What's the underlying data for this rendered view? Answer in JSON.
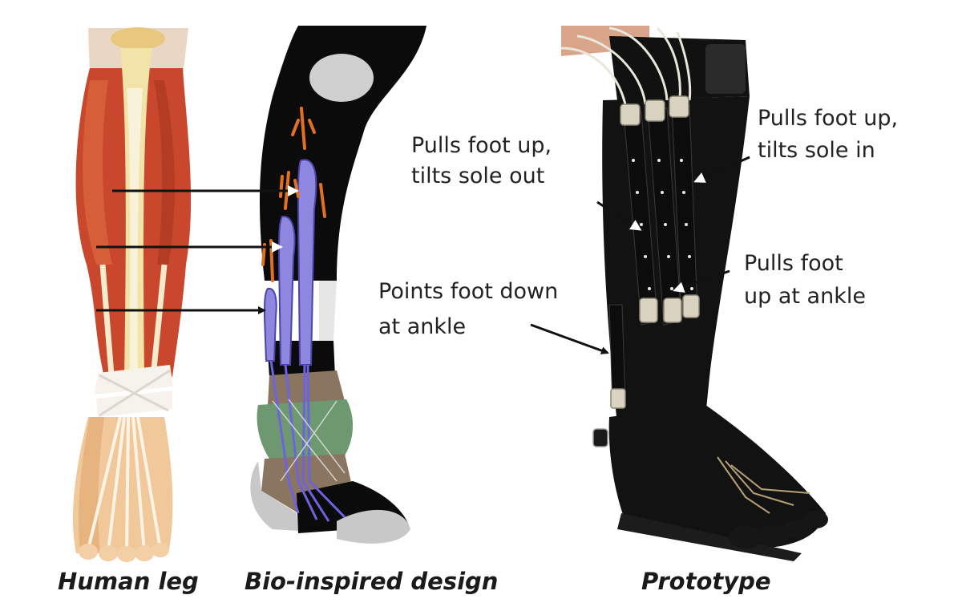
{
  "captions": {
    "human_leg": "Human leg",
    "bio_design": "Bio-inspired design",
    "prototype": "Prototype"
  },
  "annotations": {
    "tilt_out": [
      "Pulls foot up,",
      "tilts sole out"
    ],
    "tilt_in": [
      "Pulls foot up,",
      "tilts sole in"
    ],
    "point_down": [
      "Points foot down",
      "at ankle"
    ],
    "up_ankle": [
      "Pulls foot",
      "up at ankle"
    ]
  },
  "colors": {
    "muscle": "#c9472c",
    "tendon": "#f2eccd",
    "skin_sleeve": "#0b0b0b",
    "artificial_muscle": "#8f86df",
    "tendon_orange": "#e4701e",
    "ankle_brown": "#8a7660",
    "ankle_green": "#6e9970",
    "sole_grey": "#c8c8c8",
    "cable": "#e9e6dc"
  }
}
